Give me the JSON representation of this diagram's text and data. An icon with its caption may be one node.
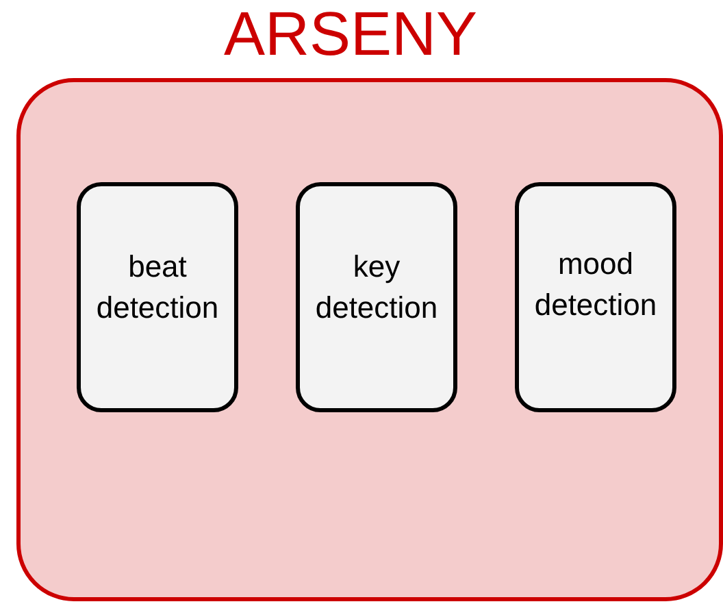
{
  "diagram": {
    "nodes": [
      {
        "text": [
          "ARSENY"
        ]
      },
      {
        "text": [
          "beat detection"
        ],
        "in": 0
      },
      {
        "text": [
          "key detection"
        ],
        "in": 0
      },
      {
        "text": [
          "mood detection"
        ],
        "in": 0
      }
    ]
  }
}
